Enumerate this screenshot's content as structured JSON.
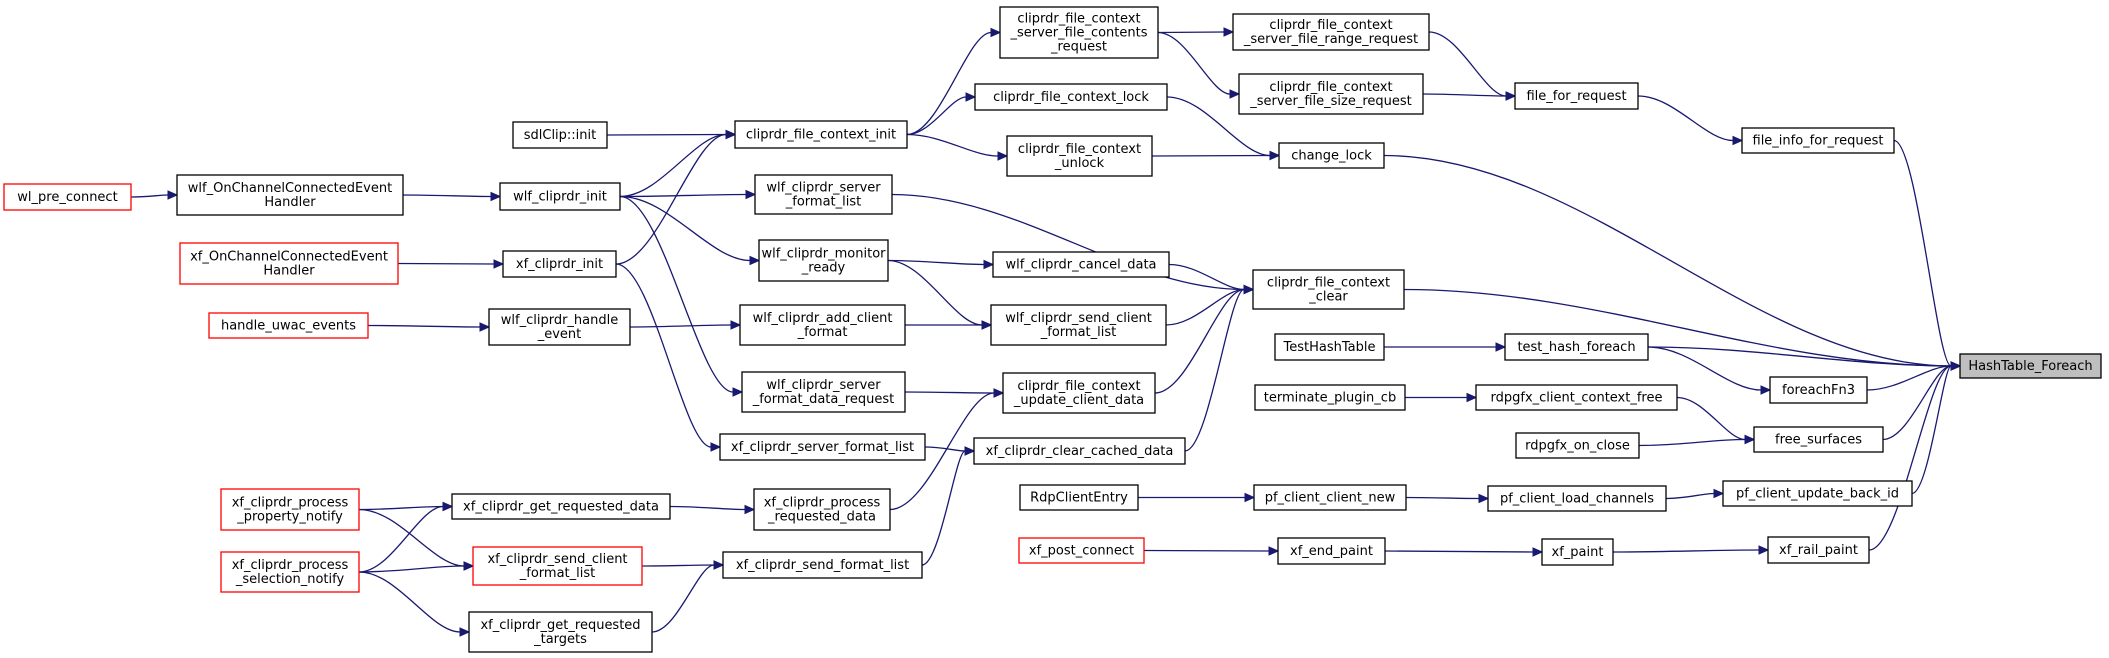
{
  "colors": {
    "edge": "#191970",
    "border": "#000000",
    "truncated_border": "#ff0000",
    "root_fill": "#bfbfbf"
  },
  "nodes": [
    {
      "id": "root",
      "lines": [
        "HashTable_Foreach"
      ]
    },
    {
      "id": "n_file_info",
      "lines": [
        "file_info_for_request"
      ]
    },
    {
      "id": "n_file_for_req",
      "lines": [
        "file_for_request"
      ]
    },
    {
      "id": "n_range_req",
      "lines": [
        "cliprdr_file_context",
        "_server_file_range_request"
      ]
    },
    {
      "id": "n_contents_req",
      "lines": [
        "cliprdr_file_context",
        "_server_file_contents",
        "_request"
      ]
    },
    {
      "id": "n_size_req",
      "lines": [
        "cliprdr_file_context",
        "_server_file_size_request"
      ]
    },
    {
      "id": "n_change_lock",
      "lines": [
        "change_lock"
      ]
    },
    {
      "id": "n_ctx_lock",
      "lines": [
        "cliprdr_file_context_lock"
      ]
    },
    {
      "id": "n_ctx_unlock",
      "lines": [
        "cliprdr_file_context",
        "_unlock"
      ]
    },
    {
      "id": "n_ctx_init",
      "lines": [
        "cliprdr_file_context_init"
      ]
    },
    {
      "id": "n_sdlclip",
      "lines": [
        "sdlClip::init"
      ]
    },
    {
      "id": "n_wlf_init",
      "lines": [
        "wlf_cliprdr_init"
      ]
    },
    {
      "id": "n_wlf_chan",
      "lines": [
        "wlf_OnChannelConnectedEvent",
        "Handler"
      ]
    },
    {
      "id": "n_wl_pre",
      "lines": [
        "wl_pre_connect"
      ],
      "truncated": true
    },
    {
      "id": "n_xf_init",
      "lines": [
        "xf_cliprdr_init"
      ]
    },
    {
      "id": "n_xf_chan",
      "lines": [
        "xf_OnChannelConnectedEvent",
        "Handler"
      ],
      "truncated": true
    },
    {
      "id": "n_ctx_clear",
      "lines": [
        "cliprdr_file_context",
        "_clear"
      ]
    },
    {
      "id": "n_wlf_srv_fmt",
      "lines": [
        "wlf_cliprdr_server",
        "_format_list"
      ]
    },
    {
      "id": "n_wlf_cancel",
      "lines": [
        "wlf_cliprdr_cancel_data"
      ]
    },
    {
      "id": "n_wlf_monitor",
      "lines": [
        "wlf_cliprdr_monitor",
        "_ready"
      ]
    },
    {
      "id": "n_wlf_send_cli",
      "lines": [
        "wlf_cliprdr_send_client",
        "_format_list"
      ]
    },
    {
      "id": "n_wlf_add_cli",
      "lines": [
        "wlf_cliprdr_add_client",
        "_format"
      ]
    },
    {
      "id": "n_wlf_handle",
      "lines": [
        "wlf_cliprdr_handle",
        "_event"
      ]
    },
    {
      "id": "n_uwac",
      "lines": [
        "handle_uwac_events"
      ],
      "truncated": true
    },
    {
      "id": "n_ctx_update",
      "lines": [
        "cliprdr_file_context",
        "_update_client_data"
      ]
    },
    {
      "id": "n_wlf_srv_fdr",
      "lines": [
        "wlf_cliprdr_server",
        "_format_data_request"
      ]
    },
    {
      "id": "n_xf_clear_cache",
      "lines": [
        "xf_cliprdr_clear_cached_data"
      ]
    },
    {
      "id": "n_xf_srv_fmt",
      "lines": [
        "xf_cliprdr_server_format_list"
      ]
    },
    {
      "id": "n_xf_proc_req",
      "lines": [
        "xf_cliprdr_process",
        "_requested_data"
      ]
    },
    {
      "id": "n_xf_get_req",
      "lines": [
        "xf_cliprdr_get_requested_data"
      ]
    },
    {
      "id": "n_xf_prop",
      "lines": [
        "xf_cliprdr_process",
        "_property_notify"
      ],
      "truncated": true
    },
    {
      "id": "n_xf_sel",
      "lines": [
        "xf_cliprdr_process",
        "_selection_notify"
      ],
      "truncated": true
    },
    {
      "id": "n_xf_send_cli",
      "lines": [
        "xf_cliprdr_send_client",
        "_format_list"
      ],
      "truncated": true
    },
    {
      "id": "n_xf_send_fmt",
      "lines": [
        "xf_cliprdr_send_format_list"
      ]
    },
    {
      "id": "n_xf_get_tgt",
      "lines": [
        "xf_cliprdr_get_requested",
        "_targets"
      ]
    },
    {
      "id": "n_testht",
      "lines": [
        "TestHashTable"
      ]
    },
    {
      "id": "n_test_foreach",
      "lines": [
        "test_hash_foreach"
      ]
    },
    {
      "id": "n_foreachfn3",
      "lines": [
        "foreachFn3"
      ]
    },
    {
      "id": "n_term",
      "lines": [
        "terminate_plugin_cb"
      ]
    },
    {
      "id": "n_rdpgfx_free",
      "lines": [
        "rdpgfx_client_context_free"
      ]
    },
    {
      "id": "n_rdpgfx_close",
      "lines": [
        "rdpgfx_on_close"
      ]
    },
    {
      "id": "n_free_surf",
      "lines": [
        "free_surfaces"
      ]
    },
    {
      "id": "n_rdpentry",
      "lines": [
        "RdpClientEntry"
      ]
    },
    {
      "id": "n_pf_new",
      "lines": [
        "pf_client_client_new"
      ]
    },
    {
      "id": "n_pf_load",
      "lines": [
        "pf_client_load_channels"
      ]
    },
    {
      "id": "n_pf_update",
      "lines": [
        "pf_client_update_back_id"
      ]
    },
    {
      "id": "n_xf_post",
      "lines": [
        "xf_post_connect"
      ],
      "truncated": true
    },
    {
      "id": "n_xf_end_paint",
      "lines": [
        "xf_end_paint"
      ]
    },
    {
      "id": "n_xf_paint",
      "lines": [
        "xf_paint"
      ]
    },
    {
      "id": "n_xf_rail",
      "lines": [
        "xf_rail_paint"
      ]
    }
  ]
}
